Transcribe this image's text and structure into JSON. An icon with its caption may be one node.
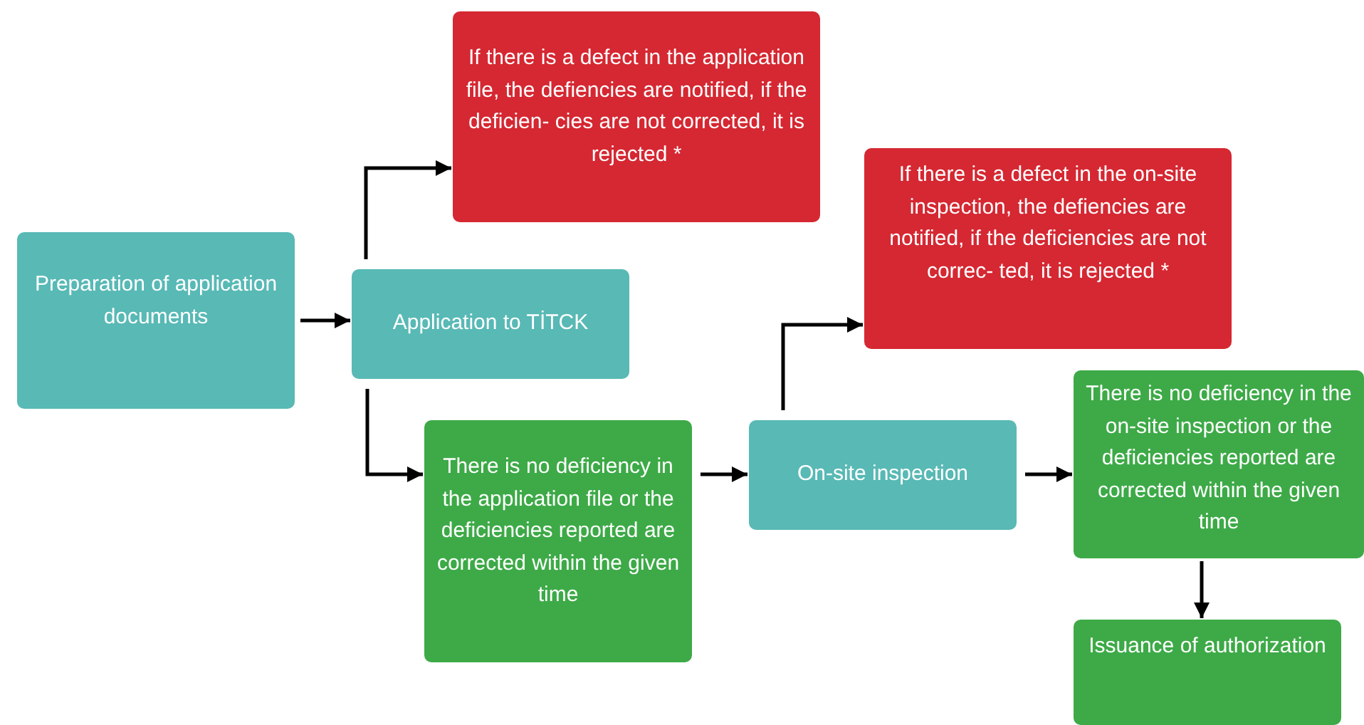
{
  "diagram": {
    "nodes": [
      {
        "text": [
          "Preparation of application documents"
        ]
      },
      {
        "text": [
          "Application to TİTCK"
        ]
      },
      {
        "text": [
          "If there is a defect in the application file, the defiencies are notified, if the deficien- cies are not corrected, it is rejected *"
        ]
      },
      {
        "text": [
          "There is no deficiency in the application file or the deficiencies reported are corrected within the given time"
        ]
      },
      {
        "text": [
          "On-site inspection"
        ]
      },
      {
        "text": [
          "If there is a defect in the on-site inspection, the defiencies are notified, if the deficiencies are not correc- ted, it is rejected *"
        ]
      },
      {
        "text": [
          "There is no deficiency in the on-site inspection or the deficiencies reported are corrected within the given time"
        ]
      },
      {
        "text": [
          "Issuance of authorization"
        ]
      }
    ],
    "edges": [
      {
        "from": 0,
        "to": 1,
        "arrow": "to"
      },
      {
        "from": 1,
        "to": 2,
        "arrow": "to"
      },
      {
        "from": 1,
        "to": 3,
        "arrow": "to"
      },
      {
        "from": 3,
        "to": 4,
        "arrow": "to"
      },
      {
        "from": 4,
        "to": 5,
        "arrow": "to"
      },
      {
        "from": 4,
        "to": 6,
        "arrow": "to"
      },
      {
        "from": 6,
        "to": 7,
        "arrow": "to"
      }
    ]
  }
}
